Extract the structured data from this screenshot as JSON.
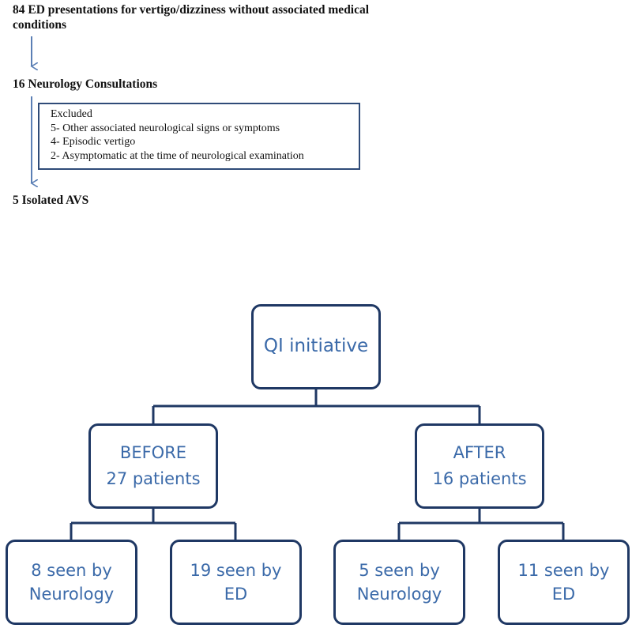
{
  "flow": {
    "step1": "84 ED presentations for vertigo/dizziness without associated medical conditions",
    "step2": "16 Neurology Consultations",
    "exclusion": {
      "heading": "Excluded",
      "items": [
        "5- Other associated neurological signs or symptoms",
        "4- Episodic vertigo",
        "2- Asymptomatic at the time of neurological examination"
      ]
    },
    "step3": "5 Isolated AVS"
  },
  "tree": {
    "root": "QI initiative",
    "before": {
      "label": "BEFORE",
      "count": "27 patients"
    },
    "after": {
      "label": "AFTER",
      "count": "16 patients"
    },
    "before_children": [
      {
        "line1": "8 seen by",
        "line2": "Neurology"
      },
      {
        "line1": "19 seen by",
        "line2": "ED"
      }
    ],
    "after_children": [
      {
        "line1": "5 seen by",
        "line2": "Neurology"
      },
      {
        "line1": "11 seen by",
        "line2": "ED"
      }
    ]
  },
  "colors": {
    "arrow": "#5b7fb5",
    "box_border": "#1f3864",
    "node_text": "#3b6aa9"
  }
}
